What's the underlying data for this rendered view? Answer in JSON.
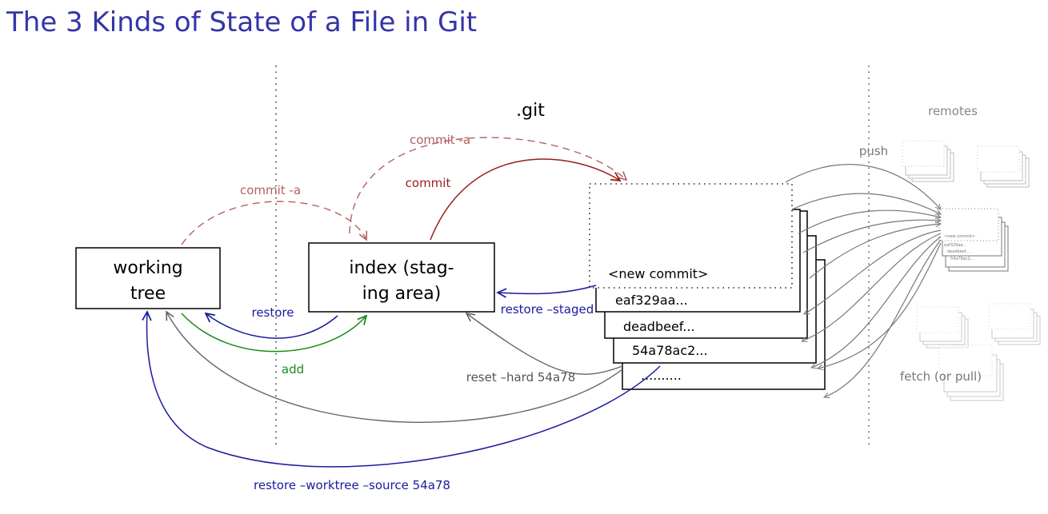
{
  "title": "The 3 Kinds of State of a File in Git",
  "git_dir_label": ".git",
  "remotes_label": "remotes",
  "working_tree": {
    "line1": "working",
    "line2": "tree"
  },
  "index": {
    "line1": "index (stag-",
    "line2": "ing area)"
  },
  "new_commit_label": "<new  commit>",
  "commits": [
    "eaf329aa...",
    "deadbeef...",
    "54a78ac2...",
    ".........."
  ],
  "arrows": {
    "commit_a_upper": "commit -a",
    "commit_a_lower": "commit -a",
    "commit": "commit",
    "restore": "restore",
    "add": "add",
    "restore_staged": "restore  –staged",
    "reset_hard": "reset –hard 54a78",
    "restore_worktree": "restore –worktree –source 54a78",
    "push": "push",
    "fetch": "fetch (or pull)"
  },
  "mini_repo": {
    "new_commit": "<new commit>",
    "commits": [
      "eaf329aa...",
      "deadbeef...",
      "54a78ac2..."
    ]
  },
  "colors": {
    "title": "#3535a8",
    "commit_a": "#b36060",
    "commit": "#9b1c1c",
    "restore": "#1a1aa0",
    "add": "#1a8a1a",
    "gray_arrow": "#666666",
    "remote": "#aaaaaa"
  }
}
